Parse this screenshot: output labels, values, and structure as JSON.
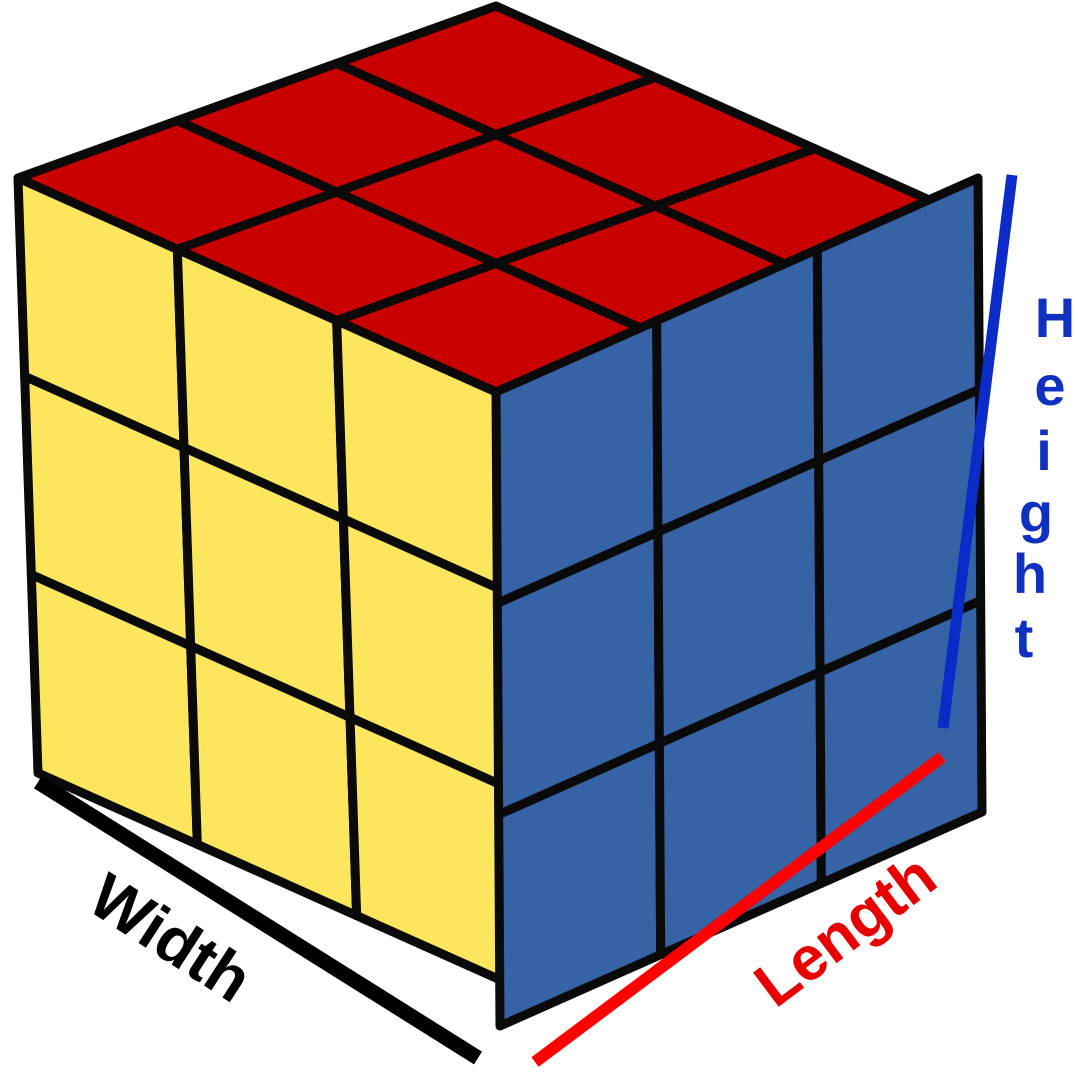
{
  "labels": {
    "width": "Width",
    "length": "Length",
    "height_letters": [
      "H",
      "e",
      "i",
      "g",
      "h",
      "t"
    ]
  },
  "colors": {
    "top_face": "#c80000",
    "left_face": "#fbe65e",
    "right_face": "#3563a6",
    "grid_lines": "#0a0a0a",
    "width_line": "#000000",
    "length_line": "#ff0000",
    "height_line": "#0b2cc8",
    "width_text": "#000000",
    "length_text": "#e80000",
    "height_text": "#1030c0"
  },
  "cube": {
    "grid_size": 3,
    "faces": [
      "top",
      "left",
      "right"
    ]
  }
}
